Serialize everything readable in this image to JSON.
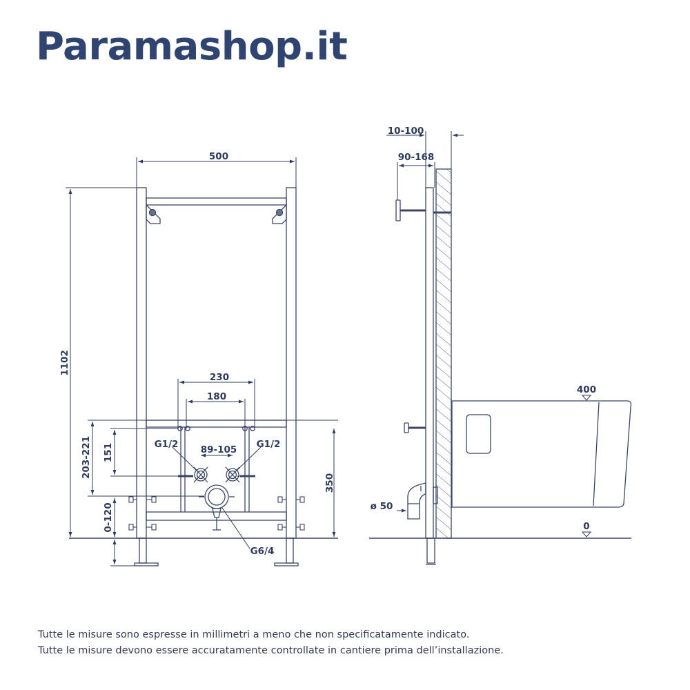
{
  "brand": {
    "name": "Paramashop.it",
    "color": "#2f4470"
  },
  "colors": {
    "line": "#2f3a5c",
    "frame": "#3b4565",
    "wall_hatch": "#555d78"
  },
  "front_view": {
    "width": "500",
    "height": "1102",
    "top_spacing": "230",
    "inner_spacing": "180",
    "inlet_left": "G1/2",
    "inlet_right": "G1/2",
    "inlet_spacing": "89-105",
    "drain": "G6/4",
    "inlet_height": "151",
    "inlet_range": "203-221",
    "drain_height": "350",
    "foot_range": "0-120"
  },
  "side_view": {
    "wall_offset": "10-100",
    "bolt_projection": "90-168",
    "pipe_diameter": "ø 50",
    "top_level": "400",
    "floor_level": "0"
  },
  "notes": {
    "line1": "Tutte le misure sono espresse in millimetri a meno che non specificatamente indicato.",
    "line2": "Tutte le misure devono essere accuratamente controllate in cantiere prima dell’installazione."
  }
}
